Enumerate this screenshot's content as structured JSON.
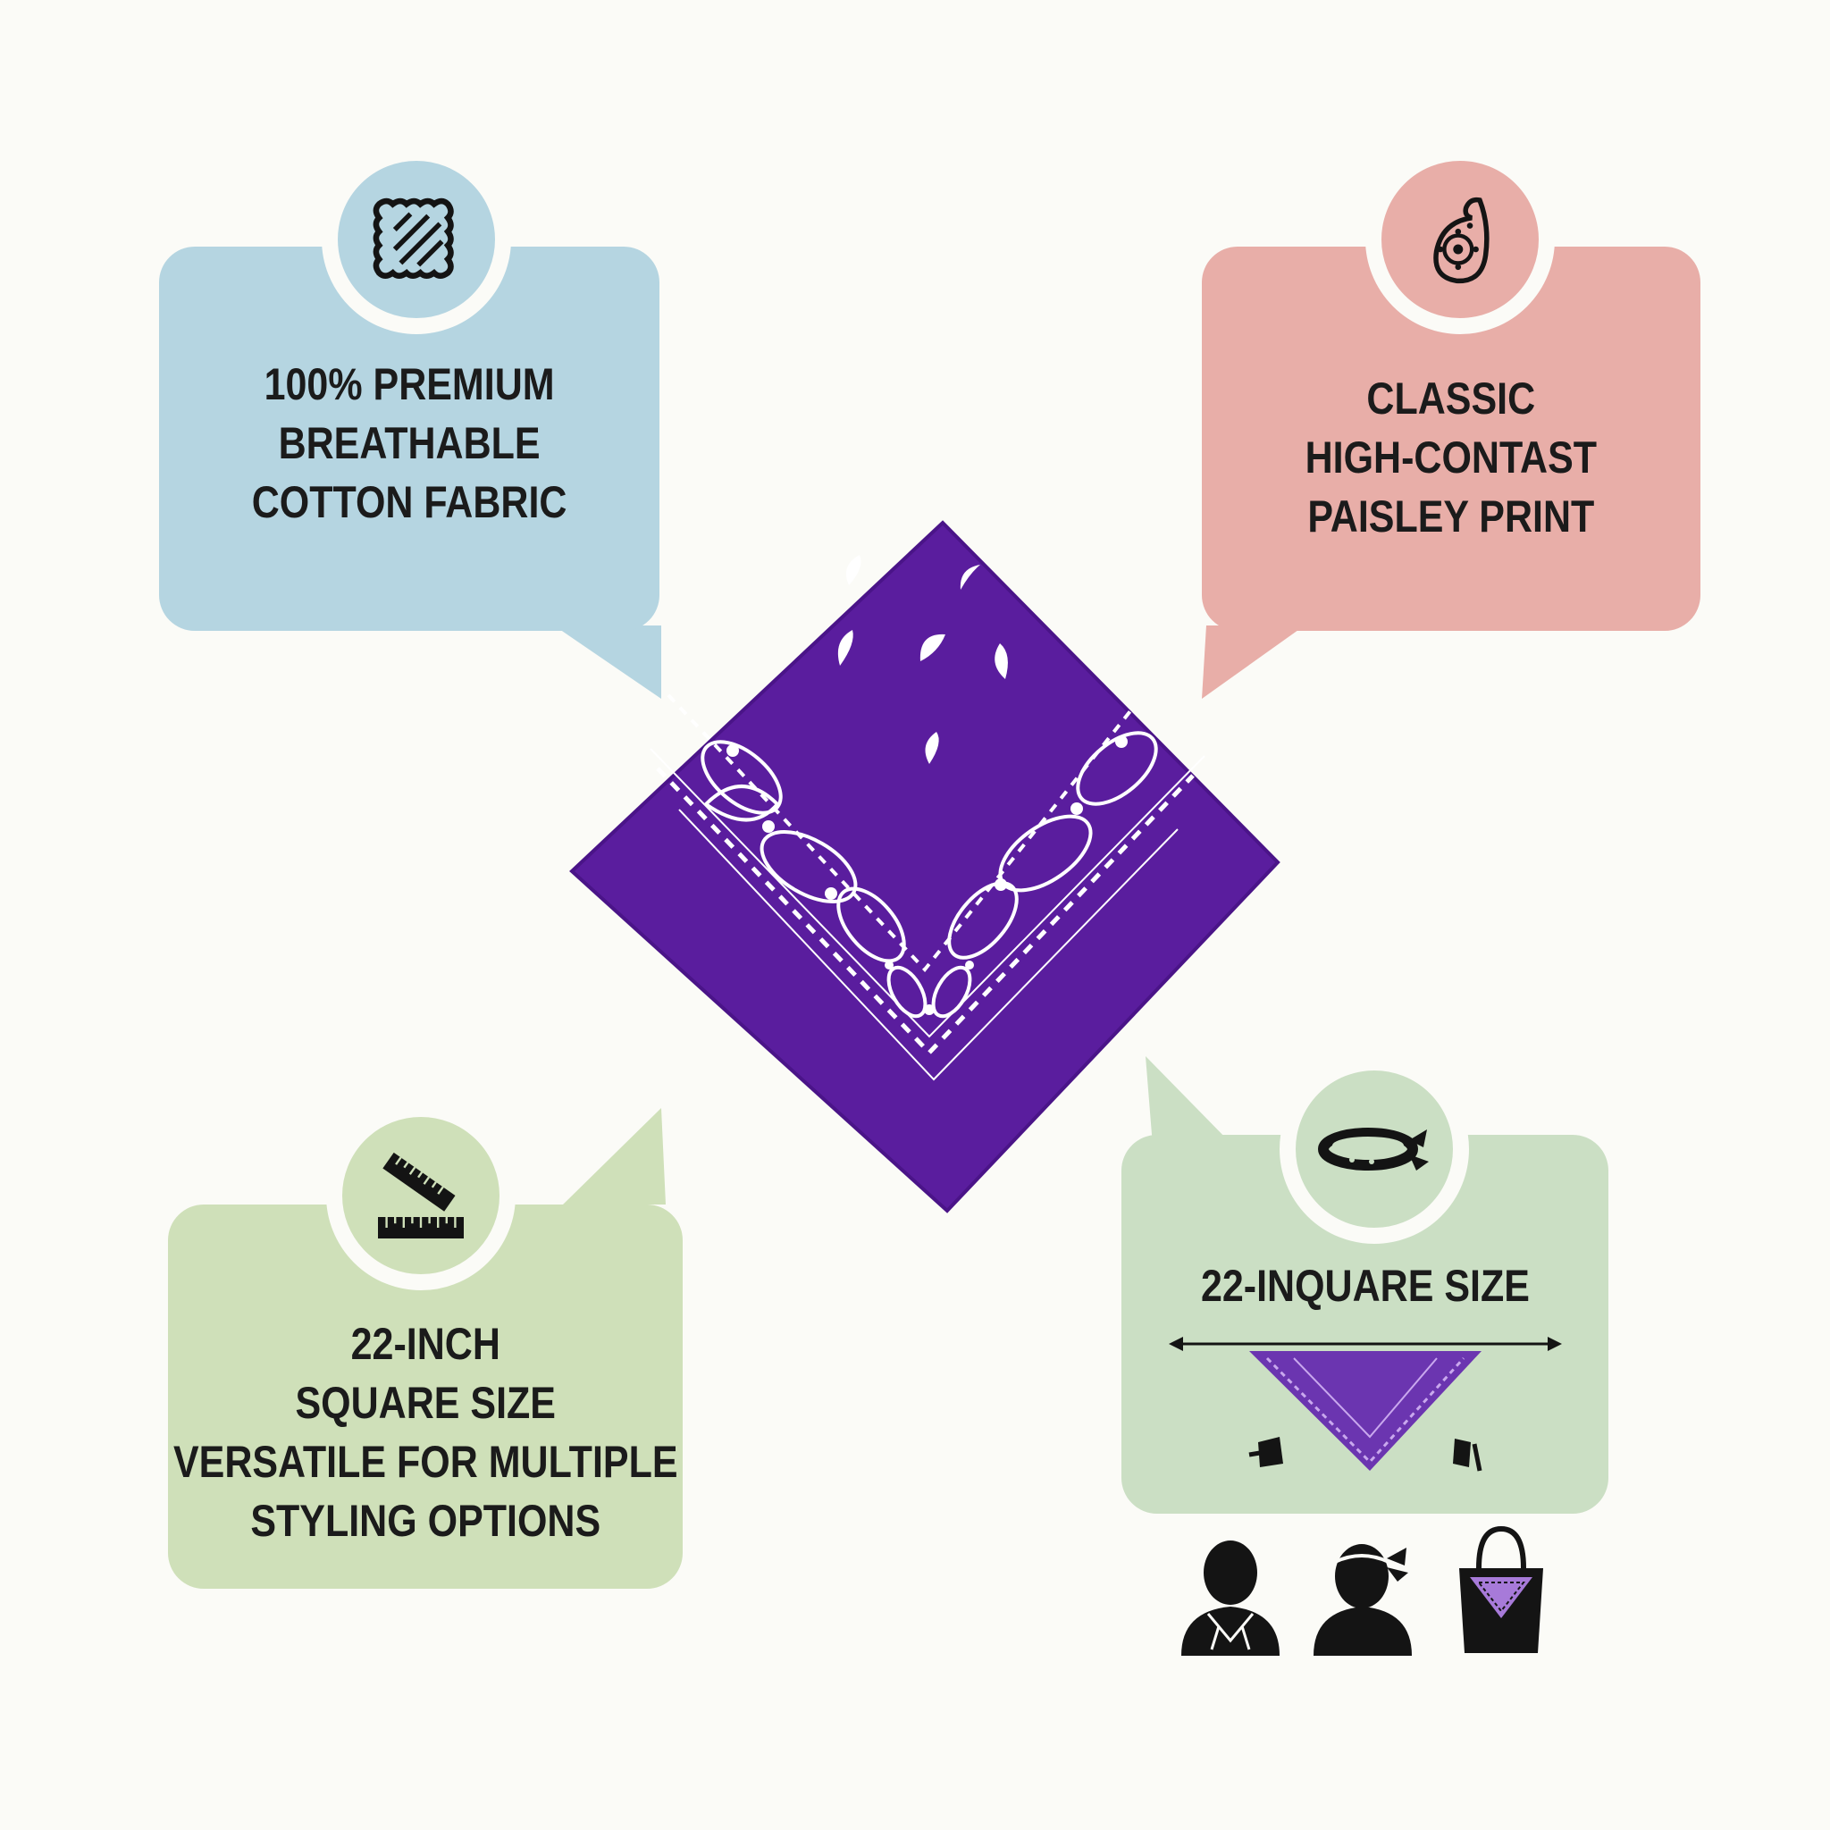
{
  "colors": {
    "background": "#fbfbf7",
    "blue_panel": "#b5d5e1",
    "pink_panel": "#e8aea8",
    "green_panel": "#cfe0b9",
    "sage_panel": "#cbdfc4",
    "bandana_purple": "#5a1d9e",
    "icon_black": "#141414"
  },
  "features": {
    "fabric": {
      "icon": "fabric-swatch-icon",
      "lines": [
        "100% PREMIUM",
        "BREATHABLE",
        "COTTON FABRIC"
      ]
    },
    "print": {
      "icon": "paisley-icon",
      "lines": [
        "CLASSIC",
        "HIGH-CONTAST",
        "PAISLEY PRINT"
      ]
    },
    "size": {
      "icon": "ruler-icon",
      "lines": [
        "22-INCH",
        "SQUARE SIZE",
        "VERSATILE FOR MULTIPLE",
        "STYLING OPTIONS"
      ]
    },
    "usage": {
      "icon": "headband-icon",
      "label": "22-INQUARE SIZE",
      "styles": [
        {
          "icon": "person-neck-scarf-icon"
        },
        {
          "icon": "person-headband-icon"
        },
        {
          "icon": "tote-bag-icon"
        }
      ]
    }
  }
}
